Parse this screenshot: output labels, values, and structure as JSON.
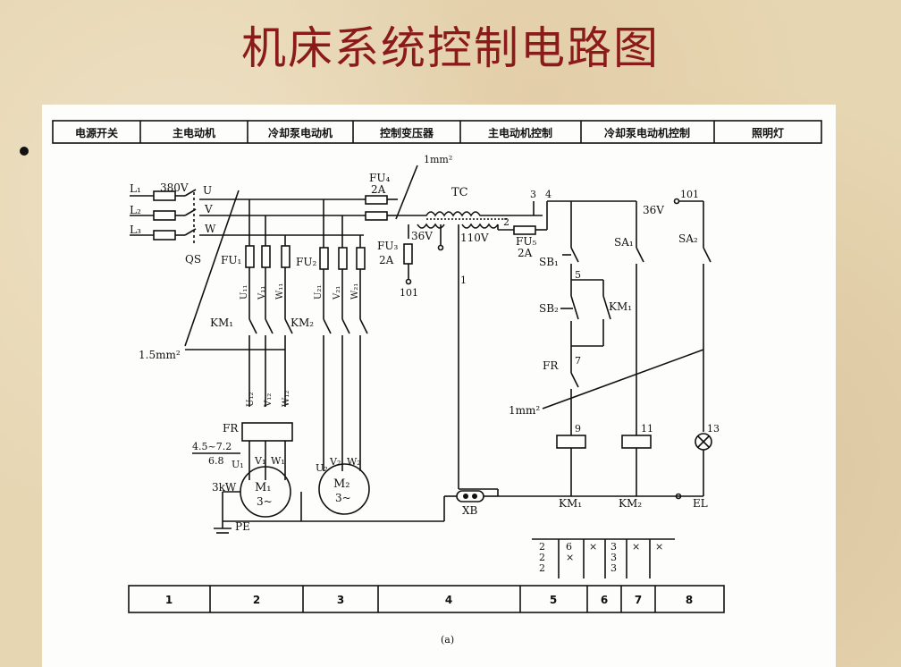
{
  "slide": {
    "title": "机床系统控制电路图"
  },
  "header_cells": [
    "电源开关",
    "主电动机",
    "冷却泵电动机",
    "控制变压器",
    "主电动机控制",
    "冷却泵电动机控制",
    "照明灯"
  ],
  "footer_cells": [
    "1",
    "2",
    "3",
    "4",
    "5",
    "6",
    "7",
    "8"
  ],
  "contact_table": {
    "col1": [
      "2",
      "2",
      "2"
    ],
    "col2": [
      "6",
      "×"
    ],
    "col3": [
      "×"
    ],
    "col4": [
      "3",
      "3",
      "3"
    ],
    "col5": [
      "×"
    ],
    "col6": [
      "×"
    ]
  },
  "caption": "(a)",
  "labels": {
    "L1": "L₁",
    "L2": "L₂",
    "L3": "L₃",
    "v380": "380V",
    "U": "U",
    "V": "V",
    "W": "W",
    "QS": "QS",
    "FU1": "FU₁",
    "FU2": "FU₂",
    "FU3": "FU₃",
    "FU3a": "2A",
    "FU4": "FU₄",
    "FU4a": "2A",
    "FU5": "FU₅",
    "FU5a": "2A",
    "mm1top": "1mm²",
    "TC": "TC",
    "v36": "36V",
    "v110": "110V",
    "n1": "1",
    "n2": "2",
    "n3": "3",
    "n4": "4",
    "n5": "5",
    "n7": "7",
    "n9": "9",
    "n11": "11",
    "n13": "13",
    "n101a": "101",
    "n101b": "101",
    "v36b": "36V",
    "U11": "U₁₁",
    "V11": "V₁₁",
    "W11": "W₁₁",
    "U21": "U₂₁",
    "V21": "V₂₁",
    "W21": "W₂₁",
    "KM1a": "KM₁",
    "KM2a": "KM₂",
    "mm15": "1.5mm²",
    "U12": "U₁₂",
    "V12": "V₁₂",
    "W12": "W₁₂",
    "FR": "FR",
    "frange": "4.5~7.2",
    "fval": "6.8",
    "U1": "U₁",
    "V1": "V₁",
    "W1": "W₁",
    "U2": "U₂",
    "V2": "V₂",
    "W2": "W₂",
    "kw": "3kW",
    "M1": "M₁",
    "M1b": "3~",
    "M2": "M₂",
    "M2b": "3~",
    "PE": "PE",
    "XB": "XB",
    "SB1": "SB₁",
    "SB2": "SB₂",
    "KM1b": "KM₁",
    "FR2": "FR",
    "mm1b": "1mm²",
    "SA1": "SA₁",
    "SA2": "SA₂",
    "KM1c": "KM₁",
    "KM2c": "KM₂",
    "EL": "EL"
  }
}
